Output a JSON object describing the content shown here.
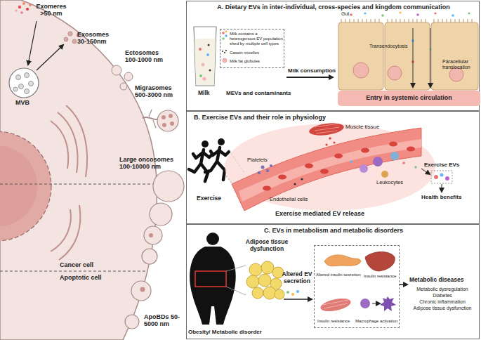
{
  "diagram": {
    "nodes": [
      {
        "text": [
          "A. Dietary EVs in inter-individual, cross-species and kingdom communication"
        ]
      },
      {
        "text": [
          "Milk contains a heterogenous EV population shed by multiple cell types",
          "Casein micelles",
          "Milk fat globules"
        ],
        "in": 0
      },
      {
        "text": [
          "Entry in systemic circulation"
        ],
        "in": 0
      },
      {
        "text": [
          "B. Exercise EVs and their role in physiology"
        ]
      },
      {
        "text": [
          "C. EVs in metabolism and metabolic disorders"
        ]
      },
      {
        "text": [
          "Altered insulin secretion",
          "Insulin resistance",
          "Insulin resistance",
          "Macrophage activation"
        ],
        "in": 4
      }
    ],
    "labels": [
      "Exomeres >50 nm",
      "MVB",
      "Exosomes 30-150nm",
      "Ectosomes 100-1000 nm",
      "Migrasomes 500-3000 nm",
      "Large oncosomes 100-10000 nm",
      "Cancer cell",
      "Apoptotic cell",
      "ApoBDs 50-5000 nm",
      "Milk",
      "MEVs and contaminants",
      "Milk consumption",
      "Gut",
      "Transendocytosis",
      "Paracellular translocation",
      "Muscle tissue",
      "Platelets",
      "Exercise",
      "Endothelial cells",
      "Exercise mediated EV release",
      "Leukocytes",
      "Exercise EVs",
      "Health benefits",
      "Adipose tissue dysfunction",
      "Altered EV secretion",
      "Obesity/ Metabolic disorder",
      "Metabolic diseases",
      "Metabolic dysregulation",
      "Diabetes",
      "Chronic inflammation",
      "Adipose tissue dysfunction"
    ]
  }
}
